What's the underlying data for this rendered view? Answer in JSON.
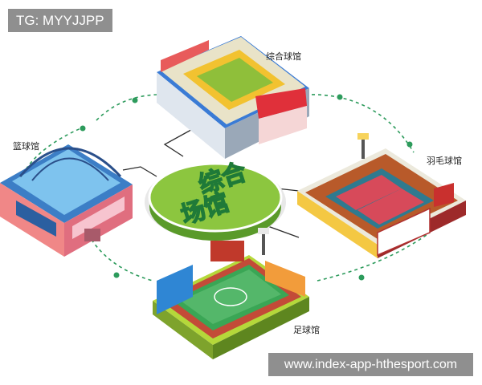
{
  "watermark_tag": "TG: MYYJJPP",
  "website": "www.index-app-hthesport.com",
  "center_hub": {
    "line1": "综合",
    "line2": "场馆"
  },
  "venues": {
    "general": {
      "label": "综合球馆",
      "icon": "stadium-icon"
    },
    "badminton": {
      "label": "羽毛球馆",
      "icon": "badminton-court-icon"
    },
    "basketball": {
      "label": "篮球馆",
      "icon": "basketball-arena-icon"
    },
    "football": {
      "label": "足球馆",
      "icon": "football-field-icon"
    }
  },
  "colors": {
    "hub_green": "#8cc63f",
    "connector_green": "#2d9b5c",
    "label_bg": "#8f8f8f"
  }
}
